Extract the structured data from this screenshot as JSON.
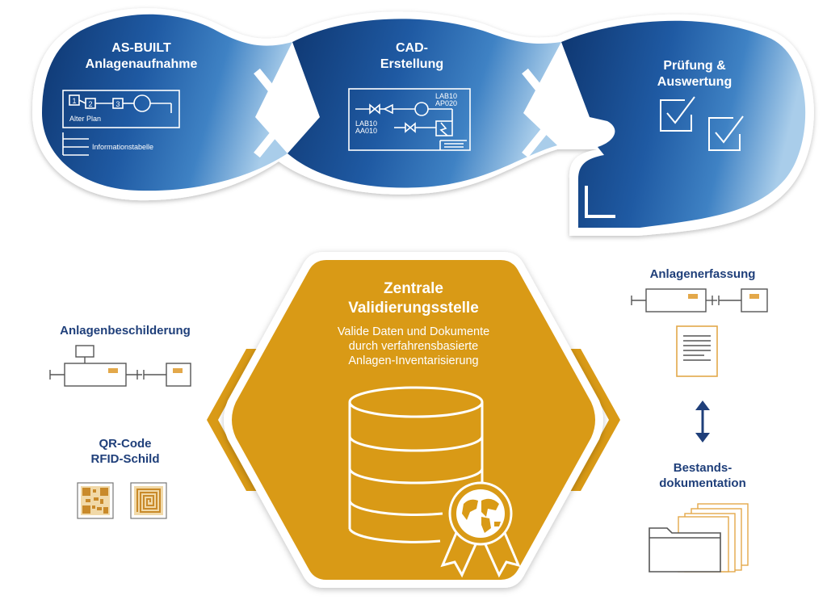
{
  "process": {
    "stages": [
      {
        "title_lines": [
          "AS-BUILT",
          "Anlagenaufnahme"
        ],
        "labels": [
          "Alter Plan",
          "Informationstabelle"
        ],
        "box_numbers": [
          "1",
          "2",
          "3"
        ]
      },
      {
        "title_lines": [
          "CAD-",
          "Erstellung"
        ],
        "labels": [
          "LAB10",
          "AP020",
          "LAB10",
          "AA010"
        ]
      },
      {
        "title_lines": [
          "Prüfung &",
          "Auswertung"
        ]
      }
    ]
  },
  "center": {
    "title_lines": [
      "Zentrale",
      "Validierungsstelle"
    ],
    "subtitle_lines": [
      "Valide Daten und Dokumente",
      "durch verfahrensbasierte",
      "Anlagen-Inventarisierung"
    ]
  },
  "left": {
    "labeling_title": "Anlagenbeschilderung",
    "tag_title_lines": [
      "QR-Code",
      "RFID-Schild"
    ]
  },
  "right": {
    "capture_title": "Anlagenerfassung",
    "docs_title_lines": [
      "Bestands-",
      "dokumentation"
    ]
  },
  "colors": {
    "blue_dark": "#0f3a78",
    "blue_mid": "#2d68ad",
    "blue_light": "#8cbbe0",
    "gold": "#d99a16",
    "navy_text": "#1f3f7a",
    "icon_orange": "#e3a84a"
  }
}
